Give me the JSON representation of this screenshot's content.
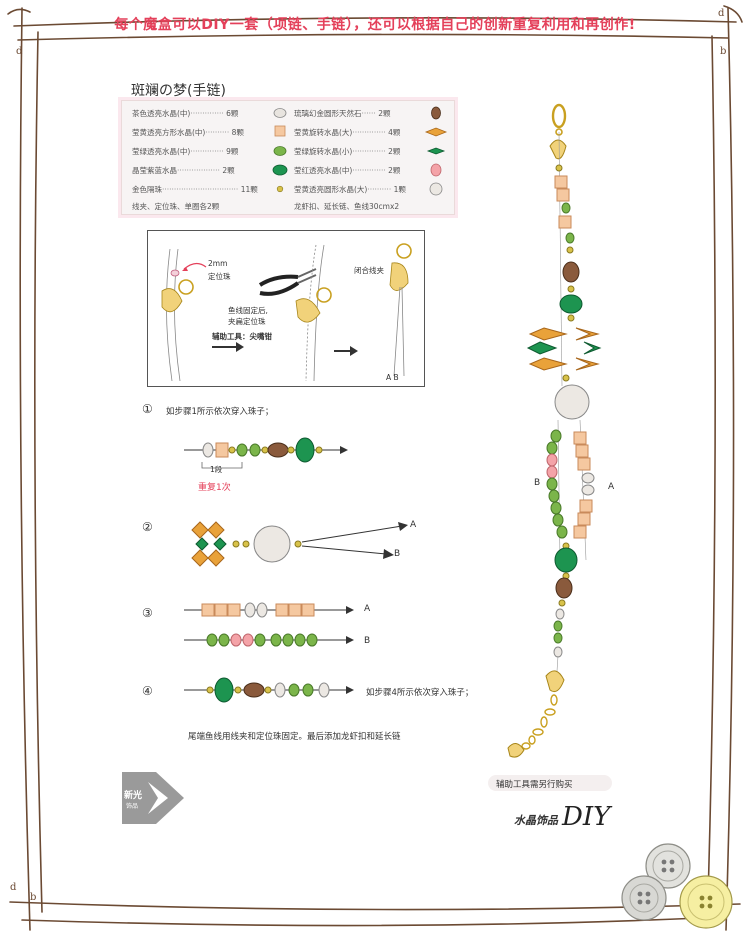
{
  "banner": "每个魔盒可以DIY一套（项链、手链），还可以根据自己的创新重复利用和再创作!",
  "title": "斑斓の梦(手链)",
  "materials": {
    "left": [
      {
        "name": "茶色透亮水晶(中)",
        "count": "6颗"
      },
      {
        "name": "莹黄透亮方形水晶(中)",
        "count": "8颗"
      },
      {
        "name": "莹绿透亮水晶(中)",
        "count": "9颗"
      },
      {
        "name": "晶莹紫蓝水晶",
        "count": "2颗"
      },
      {
        "name": "金色隔珠",
        "count": "11颗"
      }
    ],
    "right": [
      {
        "name": "琉璃幻金圆形天然石",
        "count": "2颗"
      },
      {
        "name": "莹黄旋转水晶(大)",
        "count": "4颗"
      },
      {
        "name": "莹绿旋转水晶(小)",
        "count": "2颗"
      },
      {
        "name": "莹红透亮水晶(中)",
        "count": "2颗"
      },
      {
        "name": "莹黄透亮圆形水晶(大)",
        "count": "1颗"
      }
    ],
    "footer_left": "线夹、定位珠、单圈各2颗",
    "footer_right": "龙虾扣、延长链、鱼线30cmx2"
  },
  "intro_diagram": {
    "size_label": "2mm",
    "bead_label": "定位珠",
    "fix_note_1": "鱼线固定后,",
    "fix_note_2": "夹扁定位珠",
    "tool_note": "辅助工具：尖嘴钳",
    "clamp_label": "闭合线夹",
    "ab_label": "A  B"
  },
  "steps": {
    "s1_num": "①",
    "s1_text": "如步骤1所示依次穿入珠子；",
    "s1_segment": "1段",
    "s1_repeat": "重复1次",
    "s2_num": "②",
    "s3_num": "③",
    "s4_num": "④",
    "s4_text": "如步骤4所示依次穿入珠子；",
    "label_a": "A",
    "label_b": "B",
    "final_text": "尾端鱼线用线夹和定位珠固定。最后添加龙虾扣和延长链"
  },
  "brand": {
    "logo_line1": "新光",
    "logo_line2": "饰品",
    "signature": "水晶饰品",
    "signature_mark": "DIY"
  },
  "tool_note": "辅助工具需另行购买",
  "colors": {
    "accent_red": "#e4405a",
    "frame": "#6b4a33",
    "green": "#1d9450",
    "lightgreen": "#7bb54a",
    "brown": "#8a5a3c",
    "amber": "#e9a23a",
    "peach": "#f5c8a0",
    "pink": "#f4a3a8",
    "gold": "#d8c24a",
    "pearl": "#e8e4df"
  }
}
